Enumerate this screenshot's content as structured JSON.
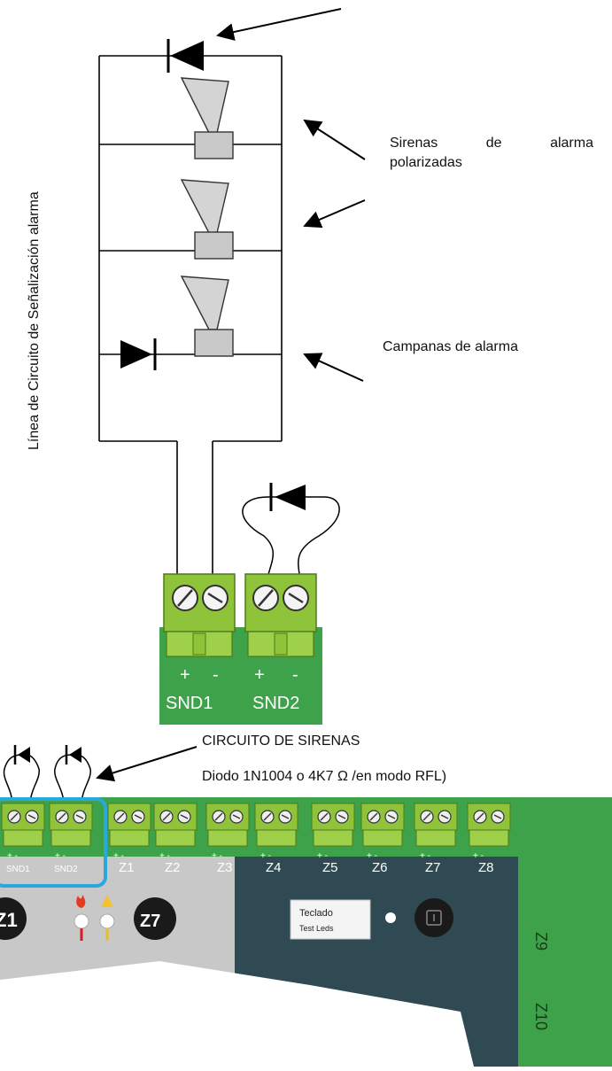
{
  "line_label": "Línea de Circuito de Señalización alarma",
  "sirens_label": {
    "words": [
      "Sirenas",
      "de",
      "alarma"
    ],
    "line2": "polarizadas"
  },
  "bells_label": "Campanas de alarma",
  "circuit_title": "CIRCUITO DE SIRENAS",
  "diode_note": "Diodo 1N1004 o 4K7 Ω /en modo RFL)",
  "big_terminal": {
    "signs": [
      "+",
      "-",
      "+",
      "-"
    ],
    "names": [
      "SND1",
      "SND2"
    ]
  },
  "board_terminals": [
    "SND1",
    "SND2",
    "Z1",
    "Z2",
    "Z3",
    "Z4",
    "Z5",
    "Z6",
    "Z7",
    "Z8"
  ],
  "board_sign": "+   -",
  "board_buttons": [
    "Z1",
    "Z7"
  ],
  "keypad_label": {
    "line1": "Teclado",
    "line2": "Test Leds"
  },
  "side_zones": [
    "Z9",
    "Z10"
  ],
  "colors": {
    "terminal_green": "#8fc43a",
    "board_green": "#3da24a",
    "highlight": "#29a8e0",
    "panel_gray": "#c8c8c8",
    "panel_dark": "#2f4a52"
  }
}
